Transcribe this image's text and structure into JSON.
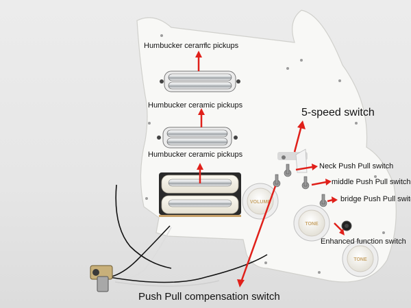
{
  "labels": {
    "humbucker_1": "Humbucker ceramic pickups",
    "humbucker_2": "Humbucker ceramic pickups",
    "humbucker_3": "Humbucker ceramic pickups",
    "five_speed": "5-speed switch",
    "neck_push_pull": "Neck Push Pull switch",
    "middle_push_pull": "middle Push Pull switch",
    "bridge_push_pull": "bridge Push Pull switch",
    "enhanced": "Enhanced function switch",
    "compensation": "Push Pull compensation switch"
  },
  "knobs": {
    "volume": "VOLUME",
    "tone_1": "TONE",
    "tone_2": "TONE"
  },
  "colors": {
    "arrow": "#e0201a",
    "pickguard": "#f7f7f5",
    "pickup_cover": "#f1eee4"
  }
}
